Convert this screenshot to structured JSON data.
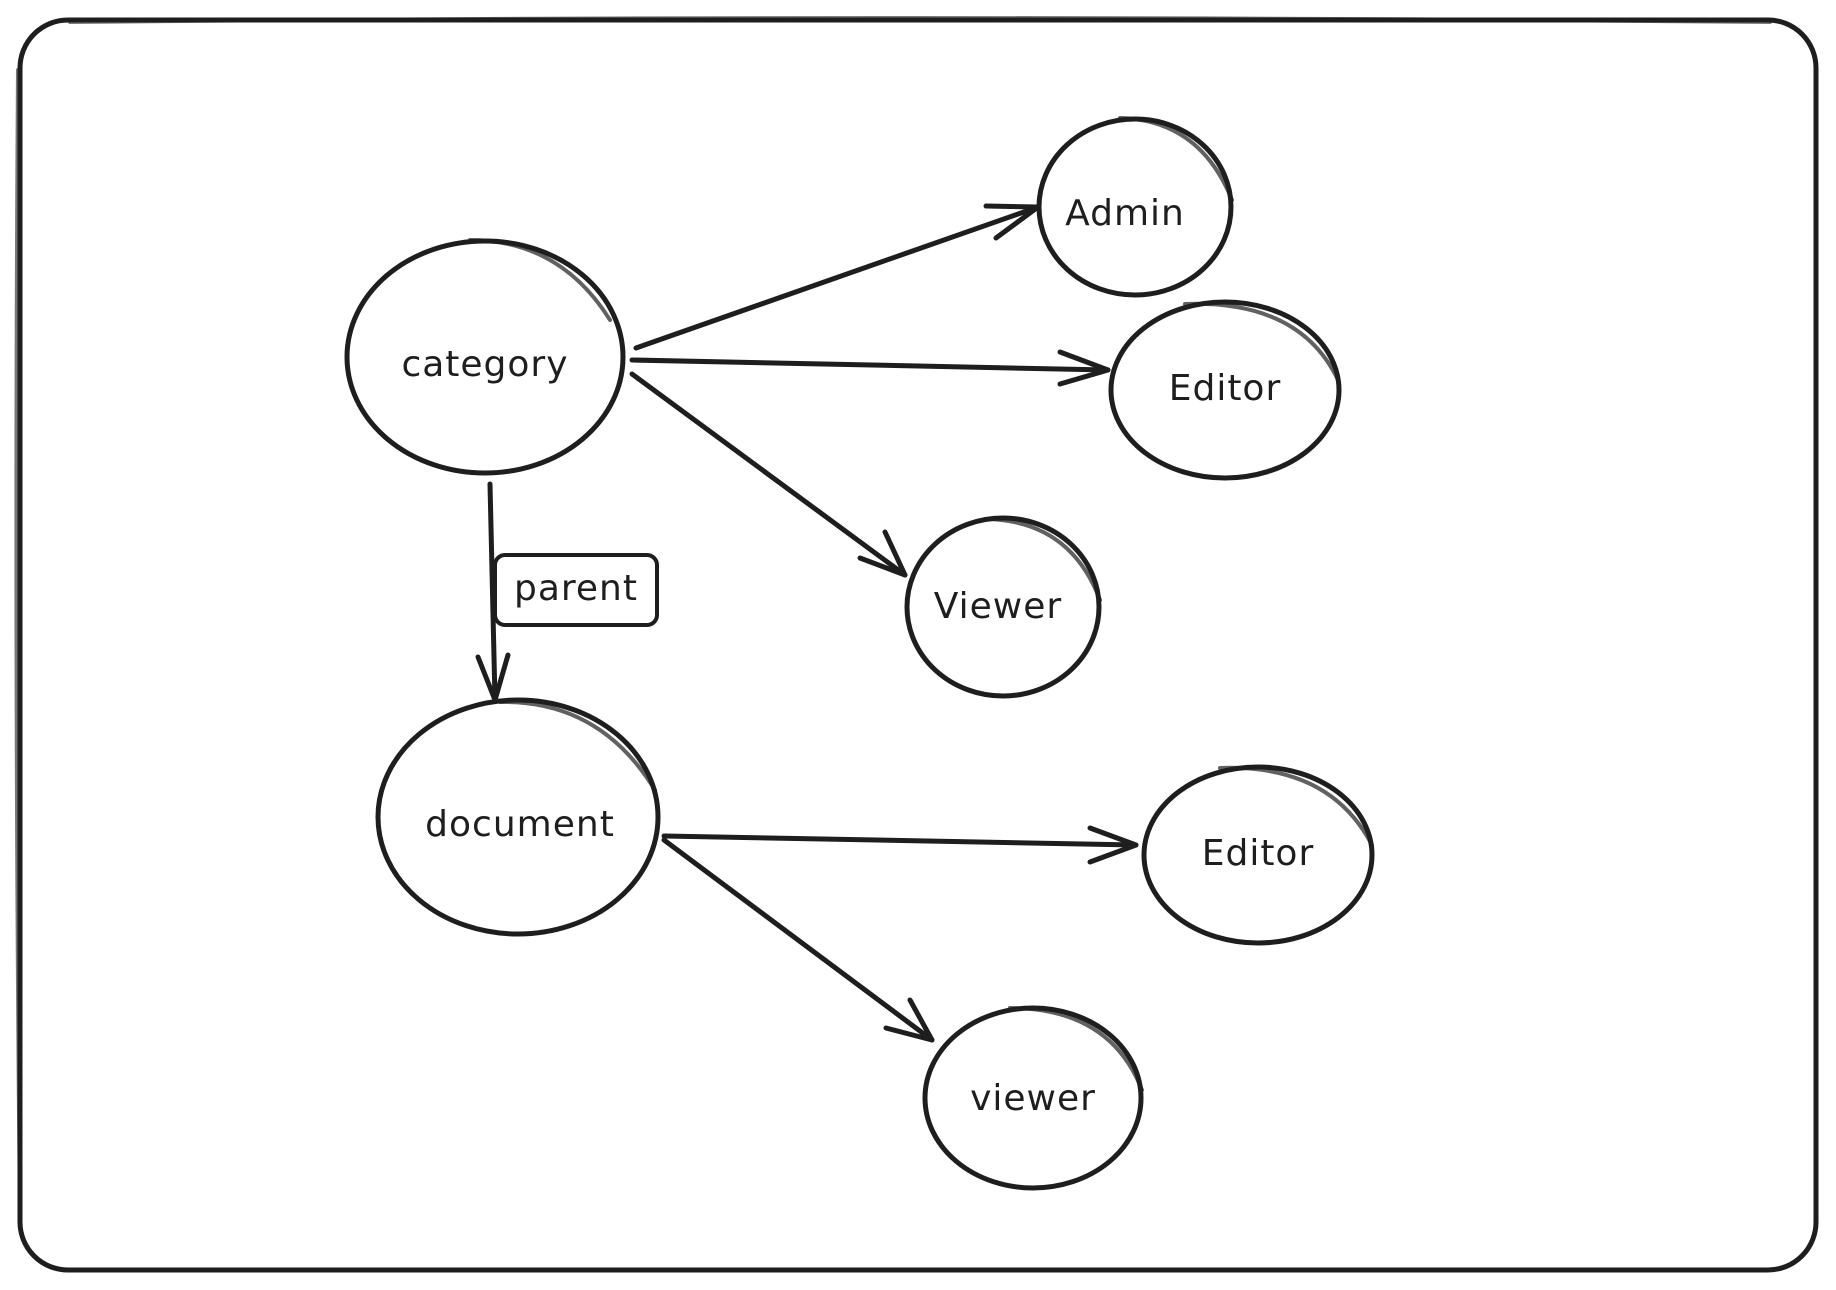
{
  "nodes": {
    "category": "category",
    "admin": "Admin",
    "editor_top": "Editor",
    "viewer_top": "Viewer",
    "document": "document",
    "editor_bottom": "Editor",
    "viewer_bottom": "viewer"
  },
  "edges": {
    "parent_label": "parent"
  },
  "colors": {
    "stroke": "#1e1e1e",
    "background": "#ffffff"
  }
}
